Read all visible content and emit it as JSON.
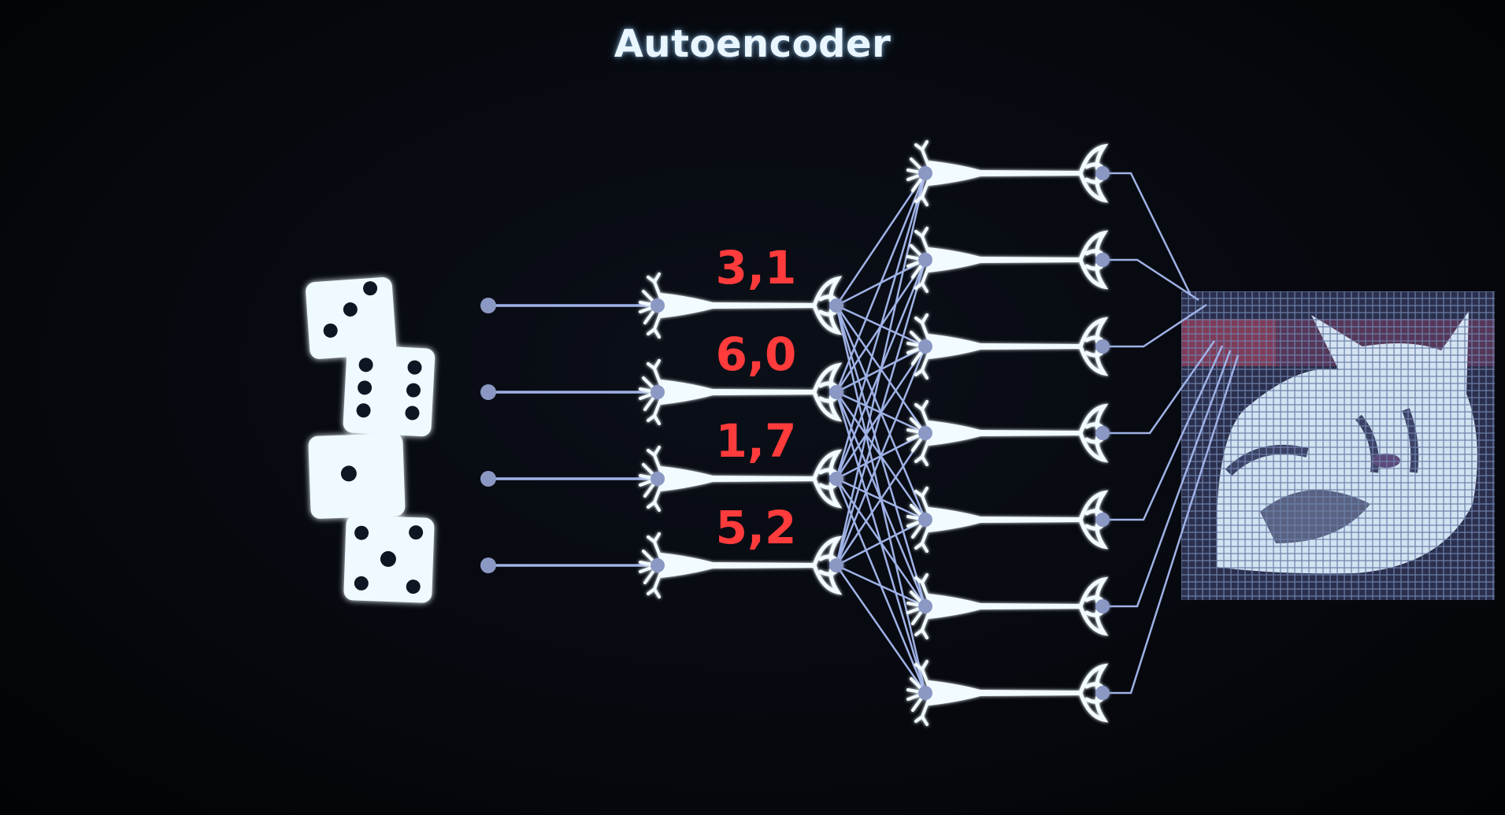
{
  "title": "Autoencoder",
  "latent_codes": [
    "3,1",
    "6,0",
    "1,7",
    "5,2"
  ],
  "colors": {
    "background": "#05070c",
    "title": "#eaf6ff",
    "code_label": "#ff3b3b",
    "connection": "#9fb2e6",
    "neuron": "#f2fbff",
    "glow": "#66ccff"
  },
  "icons": {
    "input_stack": "dice-icon",
    "neuron_shape": "neuron-icon",
    "output_image": "pixelated-cat-image"
  }
}
